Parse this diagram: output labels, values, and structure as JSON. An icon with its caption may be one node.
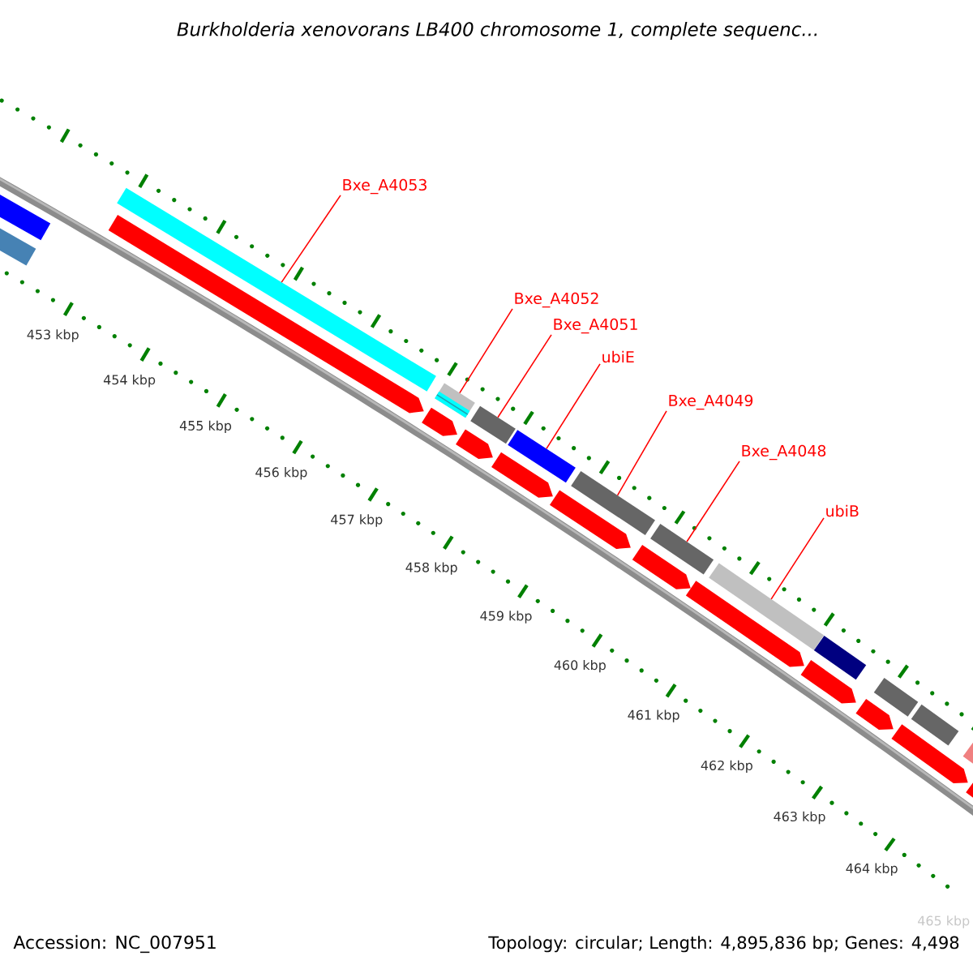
{
  "diagram": {
    "title": "Burkholderia xenovorans LB400 chromosome 1, complete sequenc...",
    "nodes": [
      {
        "text": [
          "Bxe_A4053"
        ]
      },
      {
        "text": [
          "Bxe_A4052"
        ]
      },
      {
        "text": [
          "Bxe_A4051"
        ]
      },
      {
        "text": [
          "ubiE"
        ]
      },
      {
        "text": [
          "Bxe_A4049"
        ]
      },
      {
        "text": [
          "Bxe_A4048"
        ]
      },
      {
        "text": [
          "ubiB"
        ]
      },
      {
        "text": [],
        "shape": "bar"
      },
      {
        "text": [],
        "shape": "bar"
      },
      {
        "text": [],
        "shape": "bar"
      },
      {
        "text": [],
        "shape": "bar"
      },
      {
        "text": [],
        "shape": "bar"
      },
      {
        "text": [],
        "shape": "bar"
      },
      {
        "text": [],
        "shape": "bar"
      },
      {
        "text": [],
        "shape": "bar"
      },
      {
        "text": [],
        "shape": "bar"
      },
      {
        "text": [],
        "shape": "bar"
      },
      {
        "text": [],
        "shape": "bar"
      },
      {
        "text": [],
        "shape": "bar"
      },
      {
        "text": [],
        "shape": "bar"
      },
      {
        "text": [],
        "shape": "arrow"
      },
      {
        "text": [],
        "shape": "arrow"
      },
      {
        "text": [],
        "shape": "arrow"
      },
      {
        "text": [],
        "shape": "arrow"
      },
      {
        "text": [],
        "shape": "arrow"
      },
      {
        "text": [],
        "shape": "arrow"
      },
      {
        "text": [],
        "shape": "arrow"
      },
      {
        "text": [],
        "shape": "arrow"
      },
      {
        "text": [],
        "shape": "arrow"
      },
      {
        "text": [],
        "shape": "arrow"
      },
      {
        "text": [],
        "shape": "arrow"
      }
    ],
    "edges": [
      {
        "from": 0,
        "to": 7,
        "arrow": "none"
      },
      {
        "from": 1,
        "to": 8,
        "arrow": "none"
      },
      {
        "from": 2,
        "to": 9,
        "arrow": "none"
      },
      {
        "from": 3,
        "to": 10,
        "arrow": "none"
      },
      {
        "from": 4,
        "to": 11,
        "arrow": "none"
      },
      {
        "from": 5,
        "to": 12,
        "arrow": "none"
      },
      {
        "from": 6,
        "to": 13,
        "arrow": "none"
      }
    ],
    "labels": [
      "453 kbp",
      "454 kbp",
      "455 kbp",
      "456 kbp",
      "457 kbp",
      "458 kbp",
      "459 kbp",
      "460 kbp",
      "461 kbp",
      "462 kbp",
      "463 kbp",
      "464 kbp",
      "465 kbp",
      "Accession: NC_007951",
      "Topology: circular; Length: 4,895,836 bp; Genes: 4,498"
    ]
  }
}
